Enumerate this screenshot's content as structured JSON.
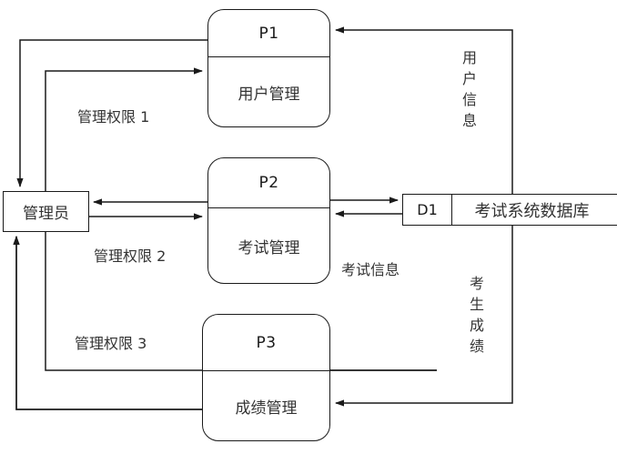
{
  "diagram": {
    "type": "data-flow-diagram",
    "title": "",
    "stroke_color": "#1a1a1a",
    "text_color": "#333333",
    "background": "#ffffff"
  },
  "entities": {
    "admin": {
      "label": "管理员"
    }
  },
  "processes": [
    {
      "id": "P1",
      "name": "用户管理"
    },
    {
      "id": "P2",
      "name": "考试管理"
    },
    {
      "id": "P3",
      "name": "成绩管理"
    }
  ],
  "stores": [
    {
      "id": "D1",
      "name": "考试系统数据库"
    }
  ],
  "flows": {
    "admin_rights_1": "管理权限 1",
    "admin_rights_2": "管理权限 2",
    "admin_rights_3": "管理权限 3",
    "exam_info": "考试信息",
    "user_info": "用户信息",
    "user_info_chars": [
      "用",
      "户",
      "信",
      "息"
    ],
    "student_score": "考生成绩",
    "student_score_chars": [
      "考",
      "生",
      "成",
      "绩"
    ]
  }
}
